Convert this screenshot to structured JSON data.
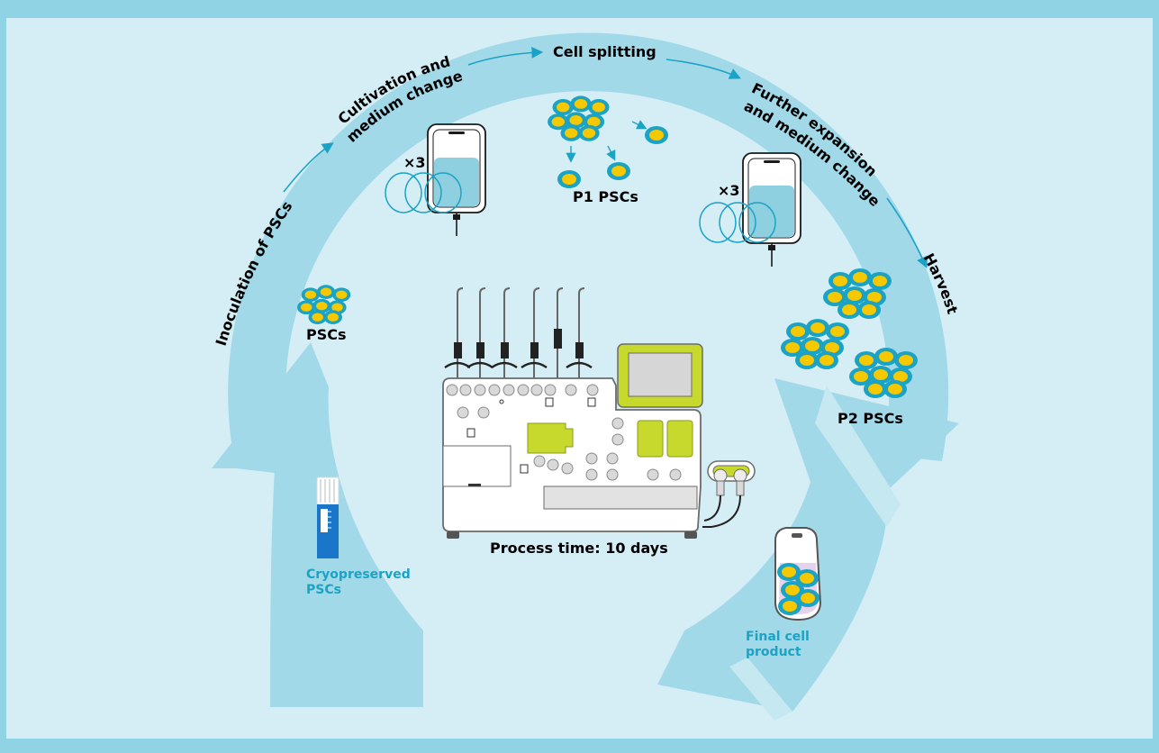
{
  "colors": {
    "border": "#8fd3e4",
    "background": "#d5eef5",
    "ring": "#a2d9e8",
    "accent_text": "#1ba3c6",
    "cell_blue": "#1ba3c6",
    "cell_yellow": "#f5c800",
    "device_green": "#c8d92e",
    "medium": "#8fd0e0"
  },
  "steps": {
    "inoculation": "Inoculation of PSCs",
    "cultivation_line1": "Cultivation and",
    "cultivation_line2": "medium change",
    "splitting": "Cell splitting",
    "expansion_line1": "Further expansion",
    "expansion_line2": "and medium change",
    "harvest": "Harvest"
  },
  "labels": {
    "pscs": "PSCs",
    "p1_pscs": "P1 PSCs",
    "p2_pscs": "P2 PSCs",
    "cryopreserved": "Cryopreserved\nPSCs",
    "final_product": "Final cell\nproduct",
    "process_time": "Process time: 10 days",
    "times3_left": "×3",
    "times3_right": "×3"
  },
  "icons": {
    "cell_cluster": "cell-cluster-icon",
    "culture_bag": "culture-bag-icon",
    "cryovial": "cryovial-icon",
    "product_bag": "product-bag-icon",
    "device": "cell-processing-device-icon"
  }
}
